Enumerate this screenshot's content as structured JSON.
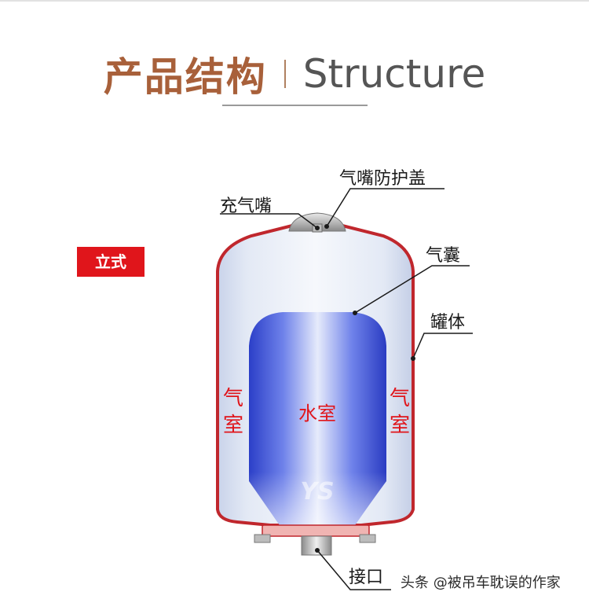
{
  "header": {
    "title_cn": "产品结构",
    "title_en": "Structure"
  },
  "badge": {
    "label": "立式"
  },
  "labels": {
    "cap": "气嘴防护盖",
    "valve": "充气嘴",
    "bladder": "气囊",
    "body": "罐体",
    "air_left": [
      "气",
      "室"
    ],
    "air_right": [
      "气",
      "室"
    ],
    "water": "水室",
    "port": "接口"
  },
  "watermark": "头条 @被吊车耽误的作家",
  "colors": {
    "title": "#a8603a",
    "accent_red": "#e0151b",
    "tank_outline": "#c0272d",
    "bladder_blue": "#3a4fd6"
  }
}
